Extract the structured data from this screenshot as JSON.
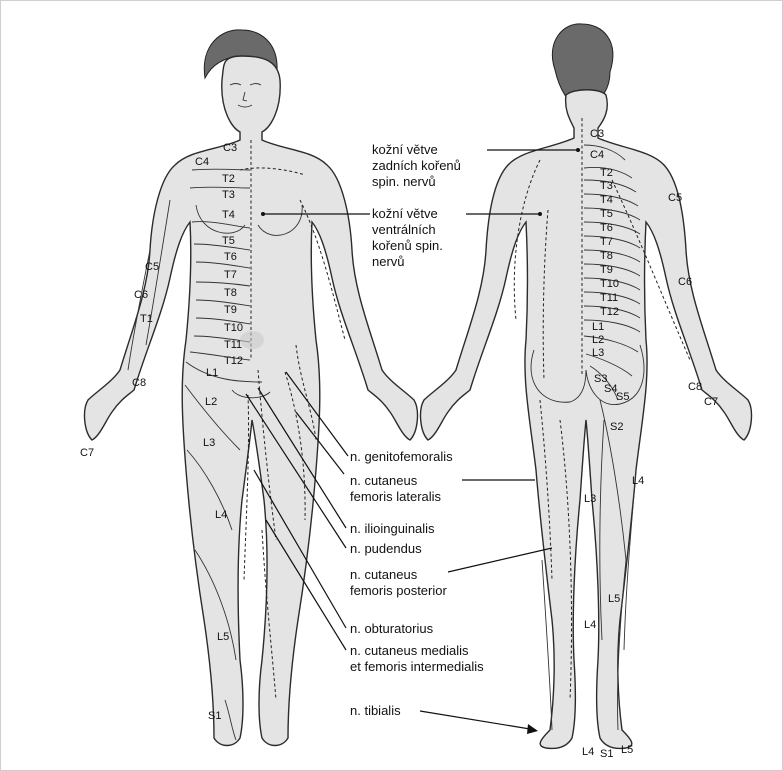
{
  "annotations": {
    "dorsal_branches": [
      "kožní větve",
      "zadních kořenů",
      "spin. nervů"
    ],
    "ventral_branches": [
      "kožní větve",
      "ventrálních",
      "kořenů spin.",
      "nervů"
    ],
    "genitofemoralis": "n. genitofemoralis",
    "cut_fem_lat": [
      "n. cutaneus",
      "femoris lateralis"
    ],
    "ilioinguinalis": "n. ilioinguinalis",
    "pudendus": "n. pudendus",
    "cut_fem_post": [
      "n. cutaneus",
      "femoris posterior"
    ],
    "obturatorius": "n. obturatorius",
    "cut_medialis": [
      "n. cutaneus medialis",
      "et femoris intermedialis"
    ],
    "tibialis": "n. tibialis"
  },
  "front_segments": [
    "C3",
    "C4",
    "T2",
    "T3",
    "T4",
    "T5",
    "T6",
    "T7",
    "T8",
    "T9",
    "T10",
    "T11",
    "T12",
    "L1",
    "L2",
    "L3",
    "L4",
    "L5",
    "S1",
    "C5",
    "C6",
    "T1",
    "C8",
    "C7"
  ],
  "back_segments": [
    "C3",
    "C4",
    "T2",
    "T3",
    "T4",
    "T5",
    "T6",
    "T7",
    "T8",
    "T9",
    "T10",
    "T11",
    "T12",
    "L1",
    "L2",
    "L3",
    "C5",
    "C6",
    "C8",
    "C7",
    "S2",
    "S3",
    "S4",
    "S5",
    "L3",
    "L4",
    "L5",
    "L4",
    "S1",
    "L5"
  ]
}
